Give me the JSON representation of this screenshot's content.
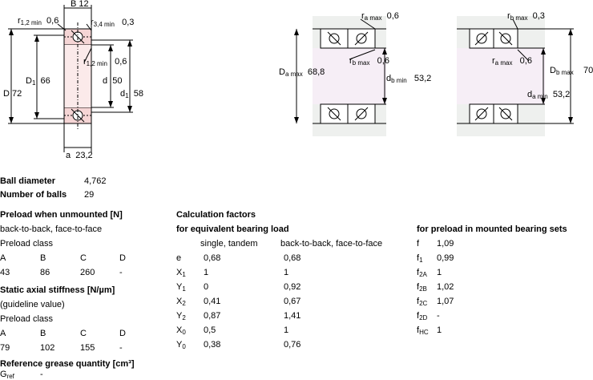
{
  "drawing_bearing": {
    "B_label": "B",
    "B_val": "12",
    "r12min_r": "r",
    "r12min_sub": "1,2 min",
    "r12min_val": "0,6",
    "r34min_r": "r",
    "r34min_sub": "3,4 min",
    "r34min_val": "0,3",
    "r12min2_r": "r",
    "r12min2_sub": "1,2 min",
    "r12min2_val": "0,6",
    "D_label": "D",
    "D_val": "72",
    "D1_label": "D",
    "D1_sub": "1",
    "D1_val": "66",
    "d_label": "d",
    "d_val": "50",
    "d1_label": "d",
    "d1_sub": "1",
    "d1_val": "58",
    "a_label": "a",
    "a_val": "23,2"
  },
  "drawing_abutment_a": {
    "ramax_r": "r",
    "ramax_sub": "a max",
    "ramax_val": "0,6",
    "rbmax_r": "r",
    "rbmax_sub": "b max",
    "rbmax_val": "0,6",
    "Damax_label": "D",
    "Damax_sub": "a max",
    "Damax_val": "68,8",
    "dbmin_label": "d",
    "dbmin_sub": "b min",
    "dbmin_val": "53,2"
  },
  "drawing_abutment_b": {
    "rbmax_r": "r",
    "rbmax_sub": "b max",
    "rbmax_val": "0,3",
    "ramax_r": "r",
    "ramax_sub": "a max",
    "ramax_val": "0,6",
    "Dbmax_label": "D",
    "Dbmax_sub": "b max",
    "Dbmax_val": "70",
    "damin_label": "d",
    "damin_sub": "a min",
    "damin_val": "53,2"
  },
  "ball": {
    "diameter_label": "Ball diameter",
    "diameter_val": "4,762",
    "number_label": "Number of balls",
    "number_val": "29"
  },
  "preload": {
    "title": "Preload when unmounted [N]",
    "arrangement": "back-to-back, face-to-face",
    "class_label": "Preload class",
    "classes": [
      "A",
      "B",
      "C",
      "D"
    ],
    "values": [
      "43",
      "86",
      "260",
      "-"
    ]
  },
  "stiffness": {
    "title": "Static axial stiffness [N/µm]",
    "note": "(guideline value)",
    "class_label": "Preload class",
    "classes": [
      "A",
      "B",
      "C",
      "D"
    ],
    "values": [
      "79",
      "102",
      "155",
      "-"
    ]
  },
  "grease": {
    "title": "Reference grease quantity [cm³]",
    "label": "G",
    "sub": "ref",
    "val": "-"
  },
  "calc": {
    "title": "Calculation factors",
    "subtitle": "for equivalent bearing load",
    "col1": "single, tandem",
    "col2": "back-to-back, face-to-face",
    "rows": [
      {
        "sym": "e",
        "sub": "",
        "v1": "0,68",
        "v2": "0,68"
      },
      {
        "sym": "X",
        "sub": "1",
        "v1": "1",
        "v2": "1"
      },
      {
        "sym": "Y",
        "sub": "1",
        "v1": "0",
        "v2": "0,92"
      },
      {
        "sym": "X",
        "sub": "2",
        "v1": "0,41",
        "v2": "0,67"
      },
      {
        "sym": "Y",
        "sub": "2",
        "v1": "0,87",
        "v2": "1,41"
      },
      {
        "sym": "X",
        "sub": "0",
        "v1": "0,5",
        "v2": "1"
      },
      {
        "sym": "Y",
        "sub": "0",
        "v1": "0,38",
        "v2": "0,76"
      }
    ]
  },
  "mounted": {
    "title": "for preload in mounted bearing sets",
    "rows": [
      {
        "sym": "f",
        "sub": "",
        "val": "1,09"
      },
      {
        "sym": "f",
        "sub": "1",
        "val": "0,99"
      },
      {
        "sym": "f",
        "sub": "2A",
        "val": "1"
      },
      {
        "sym": "f",
        "sub": "2B",
        "val": "1,02"
      },
      {
        "sym": "f",
        "sub": "2C",
        "val": "1,07"
      },
      {
        "sym": "f",
        "sub": "2D",
        "val": "-"
      },
      {
        "sym": "f",
        "sub": "HC",
        "val": "1"
      }
    ]
  }
}
